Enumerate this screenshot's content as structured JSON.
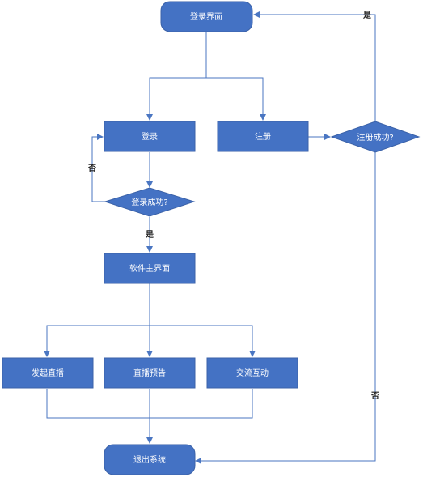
{
  "colors": {
    "node": "#4472c4",
    "edge": "#4a76c2",
    "node_text": "#ffffff",
    "edge_text": "#222222"
  },
  "nodes": {
    "login_page": "登录界面",
    "login": "登录",
    "register": "注册",
    "login_ok": "登录成功?",
    "register_ok": "注册成功?",
    "main_page": "软件主界面",
    "start_live": "发起直播",
    "live_preview": "直播预告",
    "chat": "交流互动",
    "exit": "退出系统"
  },
  "edges": {
    "yes_register": "是",
    "no_login": "否",
    "yes_login": "是",
    "no_register": "否"
  }
}
